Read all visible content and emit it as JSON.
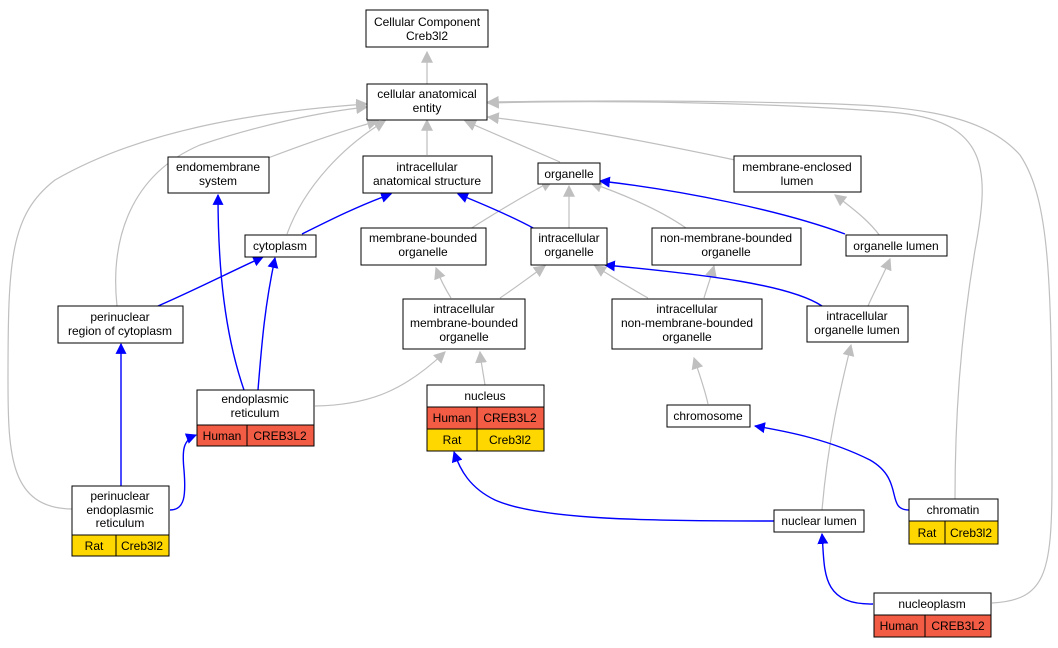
{
  "diagram": {
    "colors": {
      "gray_edge": "#bfbfbf",
      "blue_edge": "#0000ff",
      "human_cell": "#f25c45",
      "rat_cell": "#ffd700",
      "node_border": "#000000"
    },
    "nodes": {
      "root": {
        "lines": [
          "Cellular Component",
          "Creb3l2"
        ]
      },
      "cae": {
        "lines": [
          "cellular anatomical",
          "entity"
        ]
      },
      "endomembrane": {
        "lines": [
          "endomembrane",
          "system"
        ]
      },
      "ias": {
        "lines": [
          "intracellular",
          "anatomical structure"
        ]
      },
      "organelle": {
        "lines": [
          "organelle"
        ]
      },
      "mel": {
        "lines": [
          "membrane-enclosed",
          "lumen"
        ]
      },
      "cytoplasm": {
        "lines": [
          "cytoplasm"
        ]
      },
      "mbo": {
        "lines": [
          "membrane-bounded",
          "organelle"
        ]
      },
      "io": {
        "lines": [
          "intracellular",
          "organelle"
        ]
      },
      "nmbo": {
        "lines": [
          "non-membrane-bounded",
          "organelle"
        ]
      },
      "ol": {
        "lines": [
          "organelle lumen"
        ]
      },
      "prc": {
        "lines": [
          "perinuclear",
          "region of cytoplasm"
        ]
      },
      "imbo": {
        "lines": [
          "intracellular",
          "membrane-bounded",
          "organelle"
        ]
      },
      "inmbo": {
        "lines": [
          "intracellular",
          "non-membrane-bounded",
          "organelle"
        ]
      },
      "iol": {
        "lines": [
          "intracellular",
          "organelle lumen"
        ]
      },
      "er": {
        "lines": [
          "endoplasmic",
          "reticulum"
        ],
        "genes": [
          [
            "Human",
            "CREB3L2"
          ]
        ]
      },
      "nucleus": {
        "lines": [
          "nucleus"
        ],
        "genes": [
          [
            "Human",
            "CREB3L2"
          ],
          [
            "Rat",
            "Creb3l2"
          ]
        ]
      },
      "chromosome": {
        "lines": [
          "chromosome"
        ]
      },
      "per": {
        "lines": [
          "perinuclear",
          "endoplasmic",
          "reticulum"
        ],
        "genes": [
          [
            "Rat",
            "Creb3l2"
          ]
        ]
      },
      "chromatin": {
        "lines": [
          "chromatin"
        ],
        "genes": [
          [
            "Rat",
            "Creb3l2"
          ]
        ]
      },
      "nl": {
        "lines": [
          "nuclear lumen"
        ]
      },
      "np": {
        "lines": [
          "nucleoplasm"
        ],
        "genes": [
          [
            "Human",
            "CREB3L2"
          ]
        ]
      }
    }
  }
}
